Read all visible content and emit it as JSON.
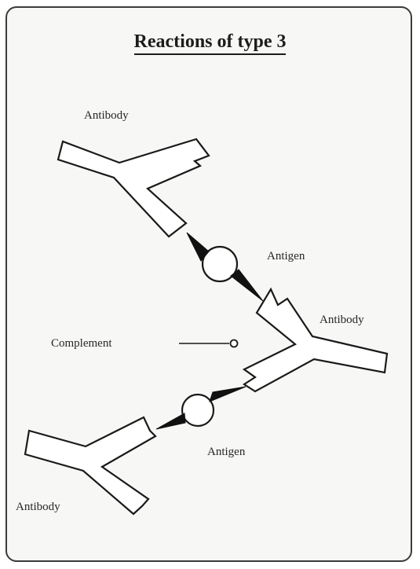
{
  "title": "Reactions of type 3",
  "labels": {
    "antibody_top": "Antibody",
    "antigen_upper": "Antigen",
    "antibody_middle": "Antibody",
    "complement": "Complement",
    "antigen_lower": "Antigen",
    "antibody_bottom": "Antibody"
  }
}
